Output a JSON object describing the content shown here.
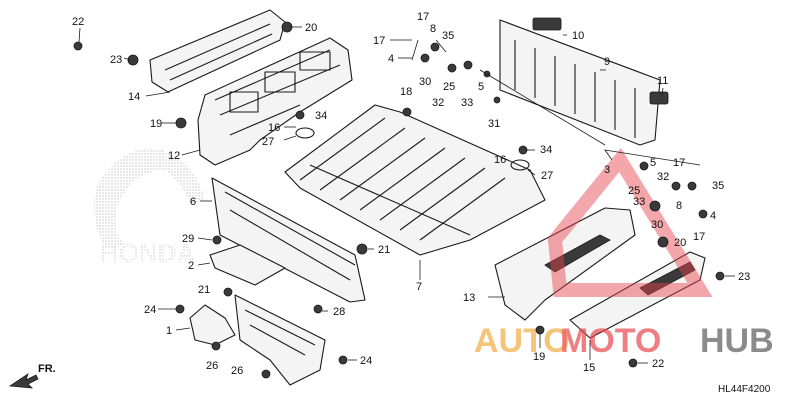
{
  "callouts": {
    "c22a": "22",
    "c23a": "23",
    "c20a": "20",
    "c14": "14",
    "c19a": "19",
    "c12": "12",
    "c17a": "17",
    "c8a": "8",
    "c35a": "35",
    "c4a": "4",
    "c30a": "30",
    "c25a": "25",
    "c33a": "33",
    "c32a": "32",
    "c5a": "5",
    "c31": "31",
    "c10": "10",
    "c9": "9",
    "c11": "11",
    "c18": "18",
    "c34a": "34",
    "c16a": "16",
    "c27a": "27",
    "c16b": "16",
    "c34b": "34",
    "c27b": "27",
    "c6": "6",
    "c29": "29",
    "c2": "2",
    "c21a": "21",
    "c7": "7",
    "c21b": "21",
    "c28": "28",
    "c24a": "24",
    "c1": "1",
    "c26a": "26",
    "c26b": "26",
    "c24b": "24",
    "c3": "3",
    "c5b": "5",
    "c17b": "17",
    "c32b": "32",
    "c35b": "35",
    "c25b": "25",
    "c33b": "33",
    "c8b": "8",
    "c4b": "4",
    "c30b": "30",
    "c20b": "20",
    "c17c": "17",
    "c13": "13",
    "c23b": "23",
    "c19b": "19",
    "c15": "15",
    "c22b": "22"
  },
  "front_arrow_label": "FR.",
  "diagram_code": "HL44F4200",
  "watermark": {
    "text_a": "AUTO",
    "text_b": "MOTO",
    "text_c": "HUB",
    "color_orange": "#f2a93b",
    "color_red": "#e8434a",
    "color_gray": "#555555"
  },
  "brand_logo": "HONDA"
}
